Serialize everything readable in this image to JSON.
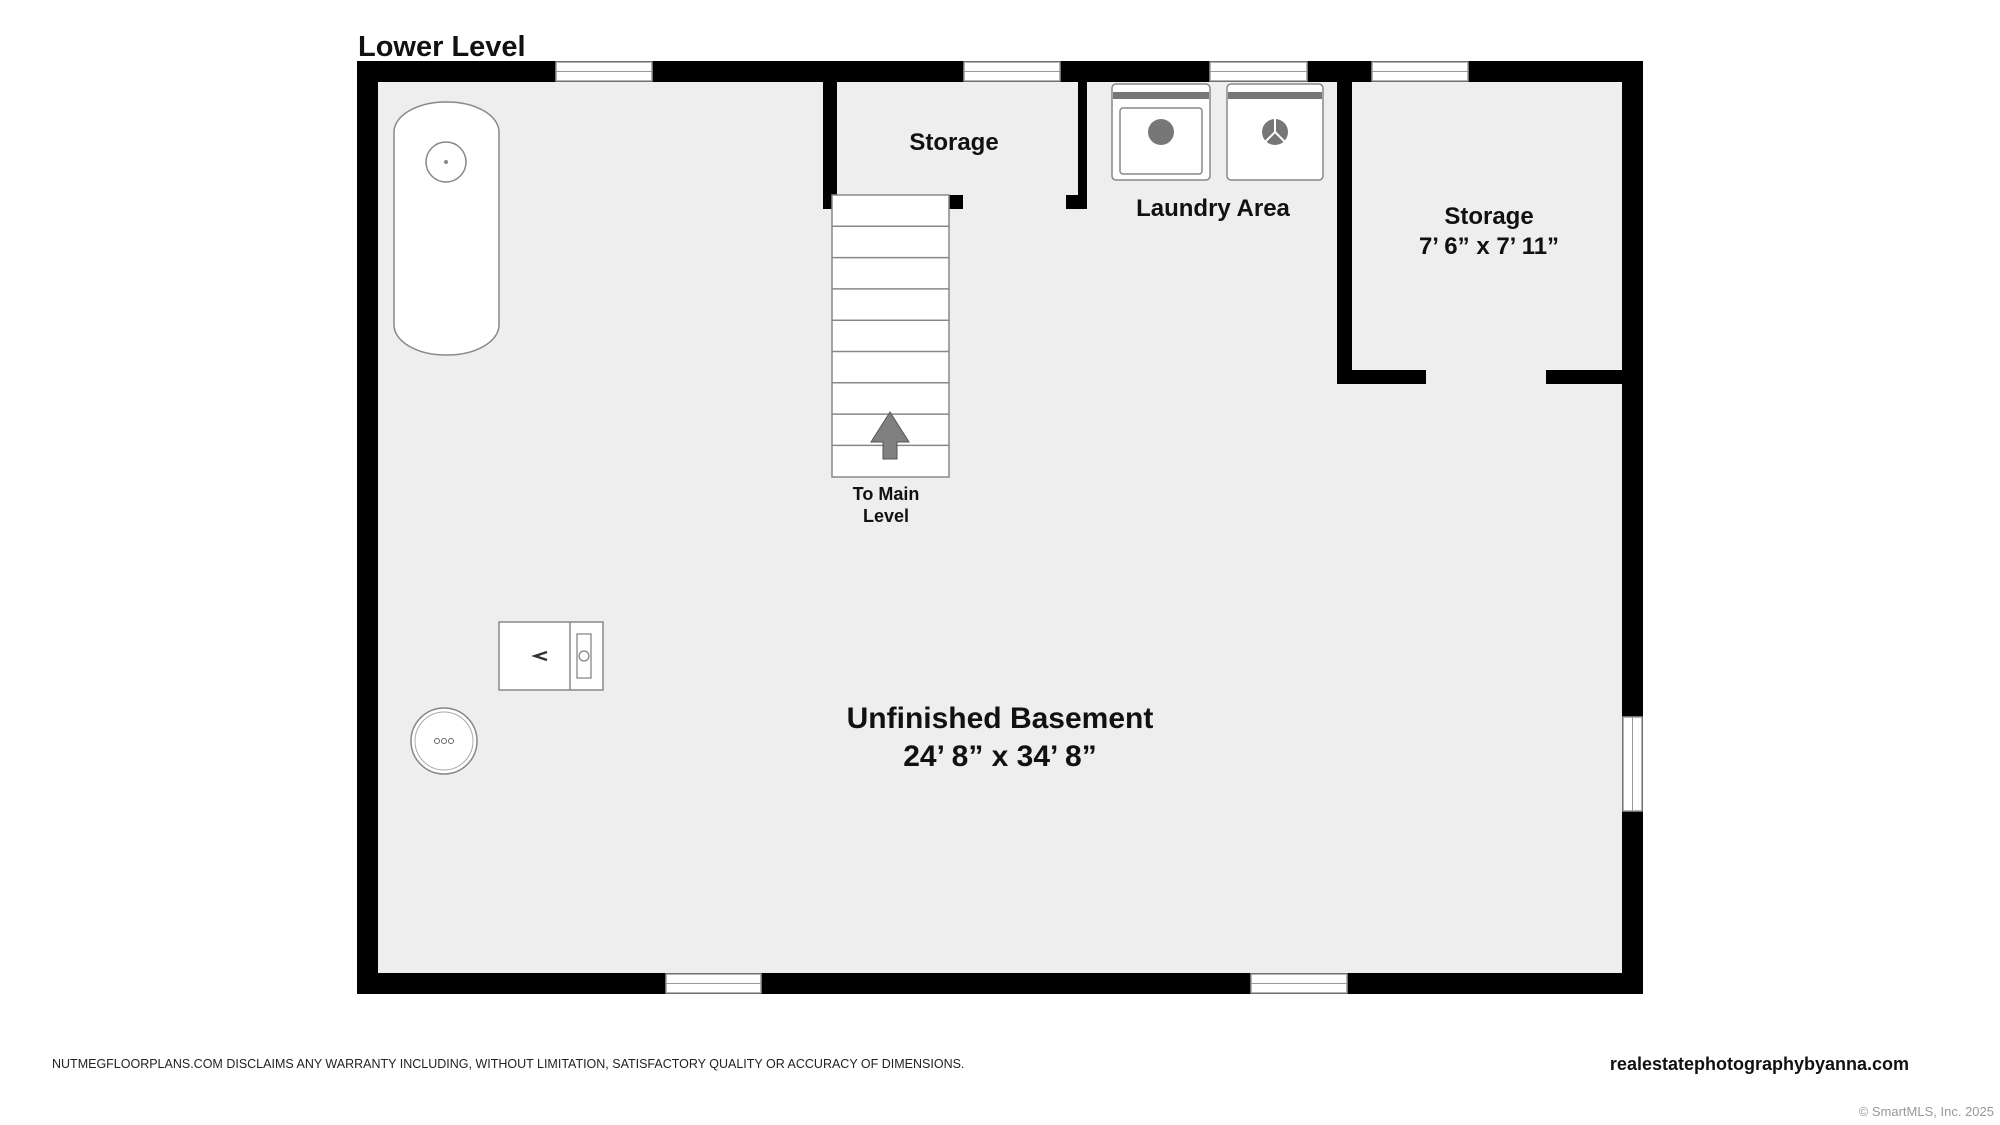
{
  "plan": {
    "level_title": "Lower Level",
    "rooms": {
      "storage_small": {
        "name": "Storage"
      },
      "laundry": {
        "name": "Laundry Area"
      },
      "storage_right": {
        "name": "Storage",
        "dimensions": "7’ 6” x 7’ 11”"
      },
      "basement": {
        "name": "Unfinished Basement",
        "dimensions": "24’ 8” x 34’ 8”"
      }
    },
    "stairs": {
      "line1": "To Main",
      "line2": "Level",
      "icon": "arrow-up-icon"
    }
  },
  "footer": {
    "disclaimer": "NUTMEGFLOORPLANS.COM DISCLAIMS ANY WARRANTY INCLUDING, WITHOUT LIMITATION, SATISFACTORY QUALITY OR ACCURACY OF DIMENSIONS.",
    "website": "realestatephotographybyanna.com",
    "copyright": "© SmartMLS, Inc. 2025"
  },
  "colors": {
    "floor": "#eeeeee",
    "wall": "#000000"
  }
}
